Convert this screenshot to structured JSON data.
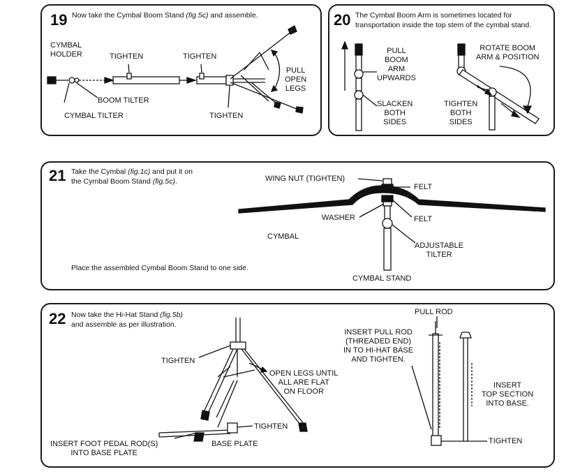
{
  "step19": {
    "number": "19",
    "text_a": "Now take the Cymbal Boom Stand ",
    "text_ref": "(fig.5c)",
    "text_b": " and assemble.",
    "labels": {
      "cymbal_holder": "CYMBAL\nHOLDER",
      "tighten_1": "TIGHTEN",
      "tighten_2": "TIGHTEN",
      "tighten_3": "TIGHTEN",
      "boom_tilter": "BOOM TILTER",
      "cymbal_tilter": "CYMBAL TILTER",
      "pull_open_legs": "PULL\nOPEN\nLEGS"
    }
  },
  "step20": {
    "number": "20",
    "text": "The Cymbal Boom Arm is sometimes located for\ntransportation inside the top stem of the cymbal stand.",
    "labels": {
      "pull_boom_arm": "PULL\nBOOM\nARM\nUPWARDS",
      "slacken": "SLACKEN\nBOTH\nSIDES",
      "rotate": "ROTATE BOOM\nARM & POSITION",
      "tighten": "TIGHTEN\nBOTH\nSIDES"
    }
  },
  "step21": {
    "number": "21",
    "text_a": "Take the Cymbal ",
    "text_ref1": "(fig.1c)",
    "text_b": " and put it on",
    "text_c": "the Cymbal Boom Stand ",
    "text_ref2": "(fig.5c)",
    "text_d": ".",
    "footer": "Place the assembled Cymbal Boom Stand to one side.",
    "labels": {
      "wing_nut": "WING NUT (TIGHTEN)",
      "felt_top": "FELT",
      "felt_bottom": "FELT",
      "washer": "WASHER",
      "cymbal": "CYMBAL",
      "adjustable_tilter": "ADJUSTABLE\nTILTER",
      "cymbal_stand": "CYMBAL STAND"
    }
  },
  "step22": {
    "number": "22",
    "text_a": "Now take the Hi-Hat Stand ",
    "text_ref": "(fig.5b)",
    "text_b": "and assemble as per illustration.",
    "labels": {
      "tighten_top": "TIGHTEN",
      "open_legs": "OPEN LEGS UNTIL\nALL ARE FLAT\nON FLOOR",
      "tighten_base": "TIGHTEN",
      "insert_foot_pedal": "INSERT FOOT PEDAL ROD(S)\nINTO BASE PLATE",
      "base_plate": "BASE PLATE",
      "pull_rod": "PULL ROD",
      "insert_pull_rod": "INSERT PULL ROD\n(THREADED END)\nIN TO HI-HAT BASE\nAND TIGHTEN.",
      "insert_top_section": "INSERT\nTOP SECTION\nINTO BASE.",
      "tighten_right": "TIGHTEN"
    }
  }
}
